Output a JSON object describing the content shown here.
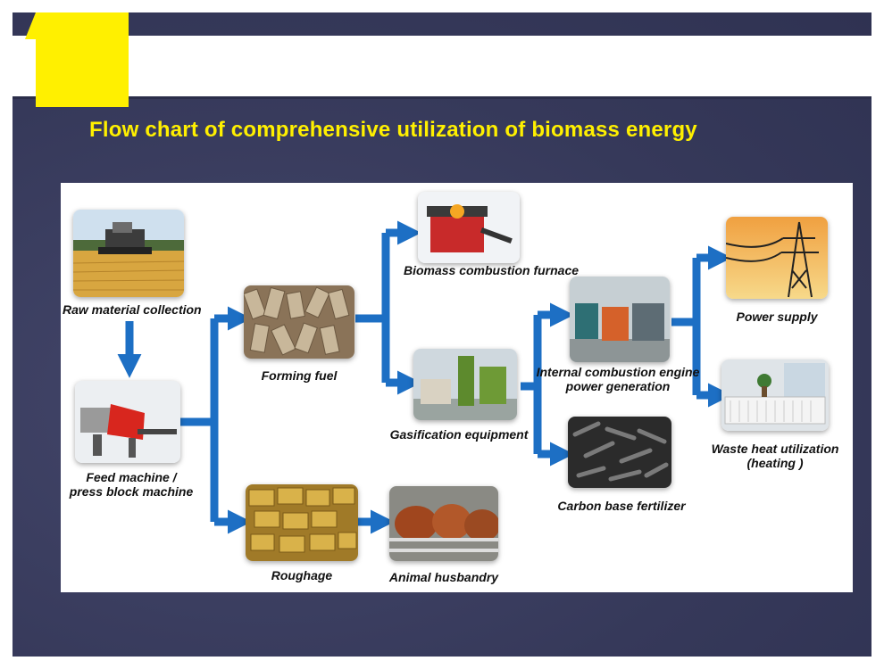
{
  "title": "Flow chart of comprehensive utilization of biomass energy",
  "colors": {
    "accent_yellow": "#fff000",
    "background": "#3a3d5e",
    "arrow_blue": "#1d6fc4"
  },
  "nodes": {
    "raw_material": {
      "label": "Raw material collection"
    },
    "feed_machine": {
      "line1": "Feed machine /",
      "line2": "press block machine"
    },
    "forming_fuel": {
      "label": "Forming fuel"
    },
    "roughage": {
      "label": "Roughage"
    },
    "animal_husbandry": {
      "label": "Animal husbandry"
    },
    "combustion_furnace": {
      "label": "Biomass combustion furnace"
    },
    "gasification": {
      "label": "Gasification equipment"
    },
    "ice_power": {
      "line1": "Internal combustion engine",
      "line2": "power generation"
    },
    "carbon_fertilizer": {
      "label": "Carbon base fertilizer"
    },
    "power_supply": {
      "label": "Power supply"
    },
    "waste_heat": {
      "line1": "Waste heat utilization",
      "line2": "(heating )"
    }
  }
}
